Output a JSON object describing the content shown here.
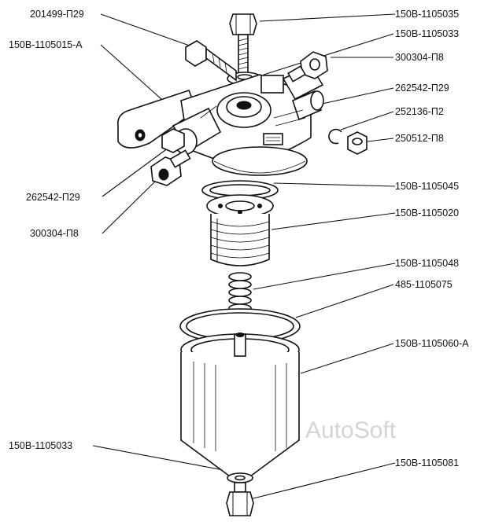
{
  "labels": {
    "l1": "201499-П29",
    "l2": "150В-1105035",
    "l3": "150В-1105033",
    "l4": "150В-1105015-А",
    "l5": "300304-П8",
    "l6": "262542-П29",
    "l7": "252136-П2",
    "l8": "250512-П8",
    "l9": "262542-П29",
    "l10": "150В-1105045",
    "l11": "300304-П8",
    "l12": "150В-1105020",
    "l13": "150В-1105048",
    "l14": "485-1105075",
    "l15": "150В-1105060-А",
    "l16": "150В-1105033",
    "l17": "150В-1105081"
  },
  "watermark": "AutoSoft"
}
